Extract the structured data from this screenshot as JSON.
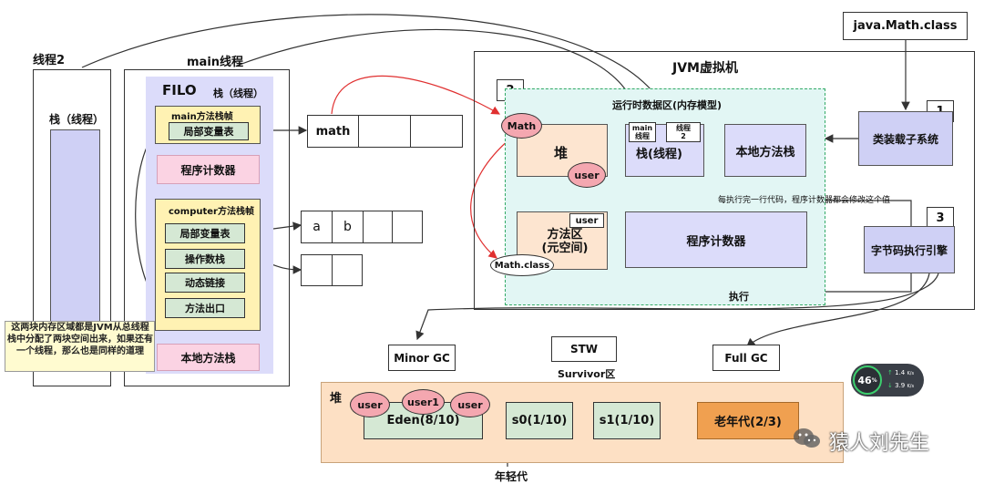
{
  "thread2": {
    "title": "线程2",
    "stack": "栈（线程）"
  },
  "main_thread": {
    "title": "main线程",
    "filo": "FILO",
    "stack": "栈（线程）",
    "main_frame": {
      "title": "main方法栈帧",
      "locals": "局部变量表"
    },
    "pc": "程序计数器",
    "computer_frame": {
      "title": "computer方法栈帧",
      "locals": "局部变量表",
      "operand": "操作数栈",
      "dynlink": "动态链接",
      "exit": "方法出口"
    },
    "native": "本地方法栈"
  },
  "refs": {
    "math": "math",
    "a": "a",
    "b": "b"
  },
  "note": "这两块内存区域都是JVM从总线程栈中分配了两块空间出来，如果还有一个线程，那么也是同样的道理",
  "jvm": {
    "title": "JVM虚拟机",
    "class_file": "java.Math.class",
    "badge1": "1",
    "badge2": "2",
    "badge3": "3",
    "runtime_area": "运行时数据区(内存模型)",
    "heap": "堆",
    "math_oval": "Math",
    "user_oval": "user",
    "stack": "栈(线程)",
    "main_thread_tag": "main\n线程",
    "thread2_tag": "线程\n2",
    "native_stack": "本地方法栈",
    "method_area": "方法区\n(元空间)",
    "method_user": "user",
    "mathclass": "Math.class",
    "pc": "程序计数器",
    "pc_note": "每执行完一行代码，程序计数器都会修改这个值",
    "classloader": "类装载子系统",
    "engine": "字节码执行引擎",
    "exec": "执行"
  },
  "gc": {
    "minor": "Minor GC",
    "stw": "STW",
    "full": "Full GC"
  },
  "heap_detail": {
    "title": "堆",
    "survivor": "Survivor区",
    "eden": "Eden(8/10)",
    "s0": "s0(1/10)",
    "s1": "s1(1/10)",
    "old": "老年代(2/3)",
    "young": "年轻代",
    "users": [
      "user",
      "user1",
      "user"
    ]
  },
  "widget": {
    "percent": "46",
    "unit": "%",
    "up": "1.4",
    "up_unit": "K/s",
    "down": "3.9",
    "down_unit": "K/s"
  },
  "watermark": "猿人刘先生"
}
